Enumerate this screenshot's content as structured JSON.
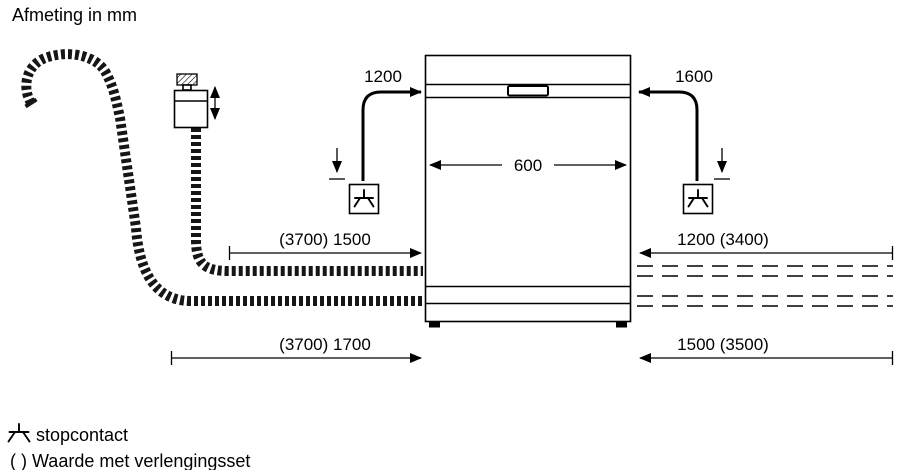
{
  "title": "Afmeting in mm",
  "dimensions": {
    "cable_left": "1200",
    "cable_right": "1600",
    "appliance_width": "600",
    "hose_upper_left": "(3700) 1500",
    "hose_upper_right": "1200 (3400)",
    "hose_lower_left": "(3700) 1700",
    "hose_lower_right": "1500 (3500)"
  },
  "legend": {
    "socket": "stopcontact",
    "note": "( ) Waarde met verlengingsset"
  },
  "colors": {
    "ink": "#000000",
    "background": "#ffffff"
  }
}
